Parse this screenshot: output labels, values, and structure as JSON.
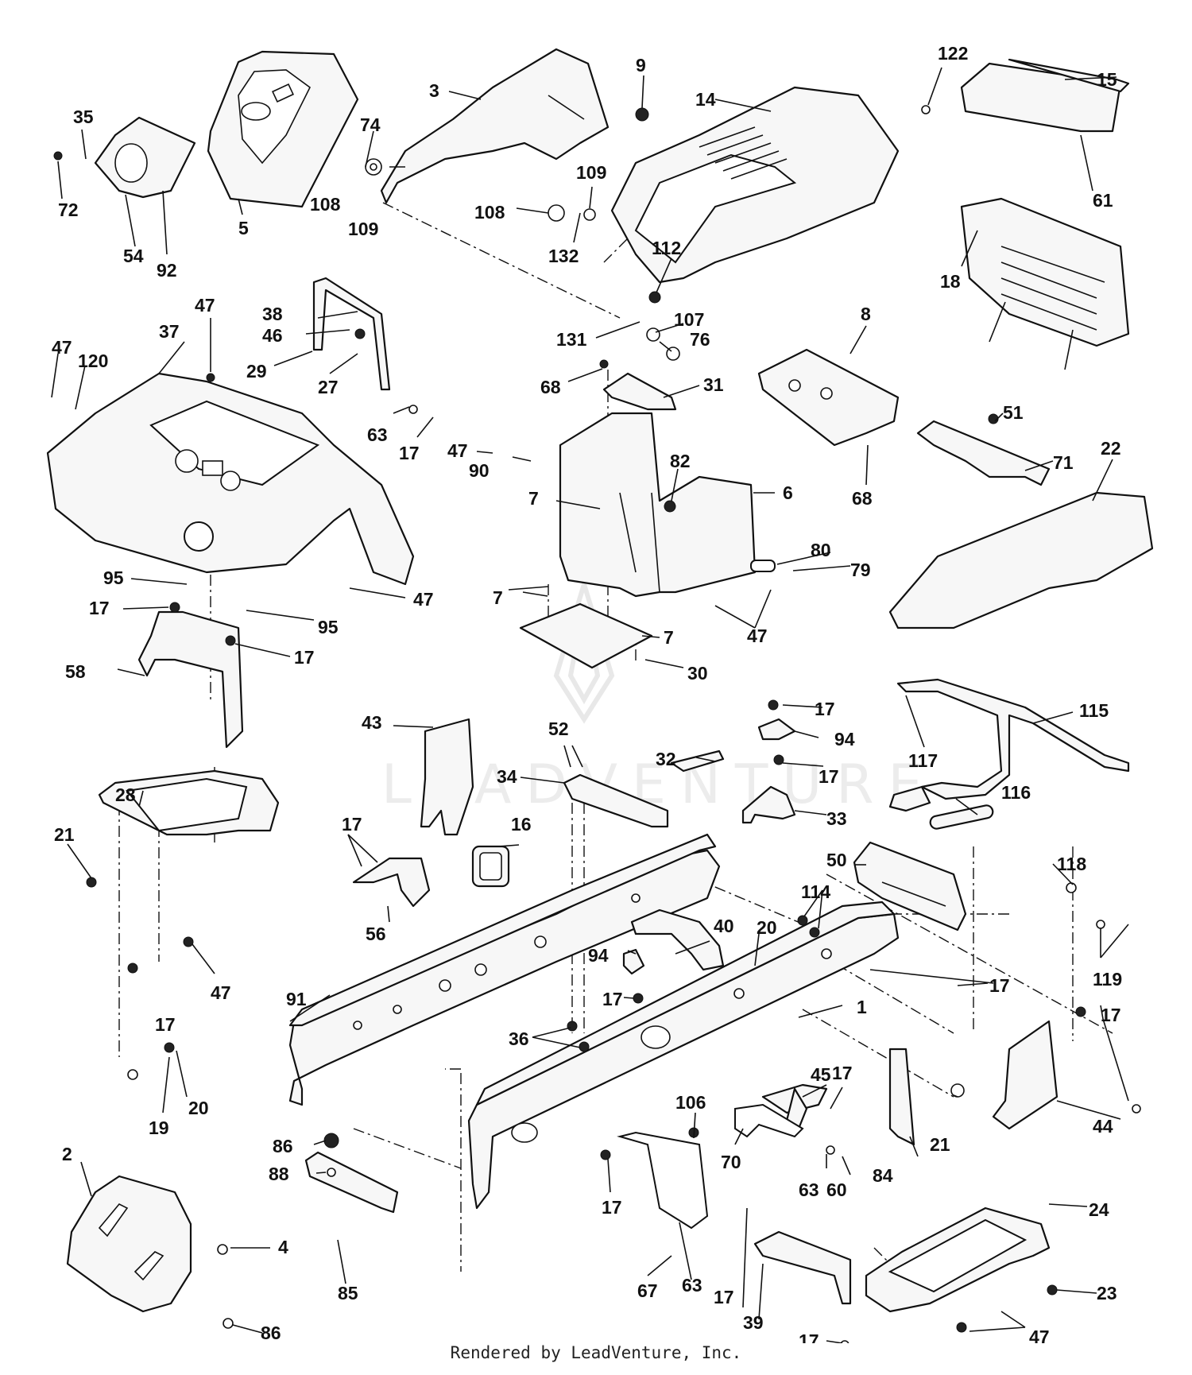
{
  "watermark": "LEADVENTURE",
  "footer": "Rendered by LeadVenture, Inc.",
  "callouts": {
    "c122": "122",
    "c15": "15",
    "c61": "61",
    "c9": "9",
    "c3": "3",
    "c14": "14",
    "c35": "35",
    "c72": "72",
    "c54": "54",
    "c92": "92",
    "c5": "5",
    "c74": "74",
    "c108a": "108",
    "c109a": "109",
    "c108b": "108",
    "c109b": "109",
    "c132": "132",
    "c112": "112",
    "c18": "18",
    "c131": "131",
    "c107": "107",
    "c76": "76",
    "c38": "38",
    "c46": "46",
    "c29": "29",
    "c27": "27",
    "c63a": "63",
    "c17a": "17",
    "c47a": "47",
    "c37": "37",
    "c47b": "47",
    "c120": "120",
    "c68a": "68",
    "c31": "31",
    "c8": "8",
    "c51": "51",
    "c71": "71",
    "c22": "22",
    "c47c": "47",
    "c90": "90",
    "c82": "82",
    "c7a": "7",
    "c6": "6",
    "c68b": "68",
    "c80": "80",
    "c79": "79",
    "c95a": "95",
    "c17b": "17",
    "c95b": "95",
    "c47d": "47",
    "c17c": "17",
    "c7b": "7",
    "c47e": "47",
    "c58": "58",
    "c7c": "7",
    "c30": "30",
    "c43": "43",
    "c52": "52",
    "c17d": "17",
    "c94a": "94",
    "c115": "115",
    "c117": "117",
    "c32": "32",
    "c34": "34",
    "c17e": "17",
    "c28": "28",
    "c16": "16",
    "c33": "33",
    "c116": "116",
    "c21a": "21",
    "c17f": "17",
    "c50": "50",
    "c118": "118",
    "c114": "114",
    "c40": "40",
    "c20a": "20",
    "c56": "56",
    "c47f": "47",
    "c94b": "94",
    "c17g": "17",
    "c119": "119",
    "c91": "91",
    "c17h": "17",
    "c1": "1",
    "c17i": "17",
    "c17j": "17",
    "c36": "36",
    "c45": "45",
    "c17k": "17",
    "c19": "19",
    "c20b": "20",
    "c106": "106",
    "c21b": "21",
    "c44": "44",
    "c86a": "86",
    "c88": "88",
    "c70": "70",
    "c84": "84",
    "c2": "2",
    "c4": "4",
    "c85": "85",
    "c17l": "17",
    "c63b": "63",
    "c60": "60",
    "c67": "67",
    "c63c": "63",
    "c17m": "17",
    "c24": "24",
    "c86b": "86",
    "c39": "39",
    "c23": "23",
    "c17n": "17",
    "c47g": "47"
  }
}
